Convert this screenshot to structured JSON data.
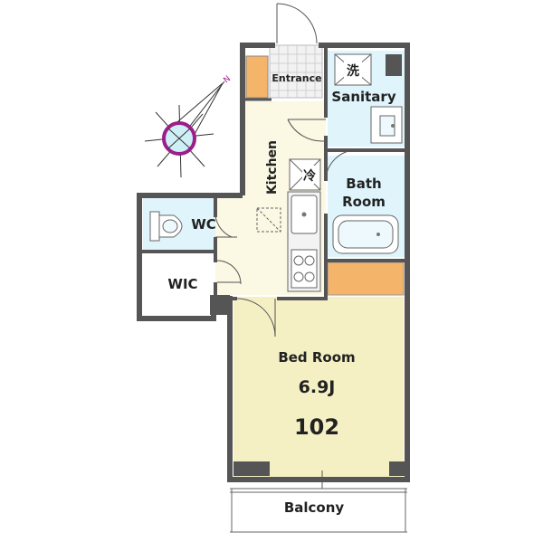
{
  "rooms": {
    "entrance": "Entrance",
    "sanitary": "Sanitary",
    "bath_room_line1": "Bath",
    "bath_room_line2": "Room",
    "kitchen": "Kitchen",
    "wc": "WC",
    "wic": "WIC",
    "bed_room": "Bed Room",
    "bed_room_size": "6.9J",
    "unit_number": "102",
    "balcony": "Balcony"
  },
  "symbols": {
    "washer": "洗",
    "fridge": "冷"
  },
  "compass": {
    "north_label": "N"
  },
  "colors": {
    "wall": "#555555",
    "wet_area": "#dff4fb",
    "bed_floor": "#f5f0c4",
    "kitchen_floor": "#fbf8e4",
    "storage_wood": "#f4b46a",
    "compass_ring": "#9c1e8a",
    "compass_fill": "#cfeff6"
  }
}
